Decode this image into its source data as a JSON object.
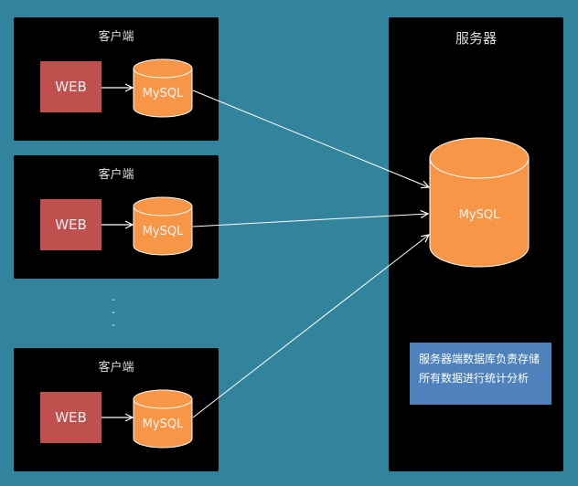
{
  "clients": [
    {
      "title": "客户端",
      "web_label": "WEB",
      "db_label": "MySQL"
    },
    {
      "title": "客户端",
      "web_label": "WEB",
      "db_label": "MySQL"
    },
    {
      "title": "客户端",
      "web_label": "WEB",
      "db_label": "MySQL"
    }
  ],
  "ellipsis": "·\n·\n·",
  "server": {
    "title": "服务器",
    "db_label": "MySQL",
    "note_lines": [
      "服务器端数据库负责存储",
      "所有数据进行统计分析"
    ]
  },
  "colors": {
    "background": "#31849b",
    "panel": "#000000",
    "web": "#c0504d",
    "cylinder": "#f79646",
    "note": "#4f81bd"
  }
}
